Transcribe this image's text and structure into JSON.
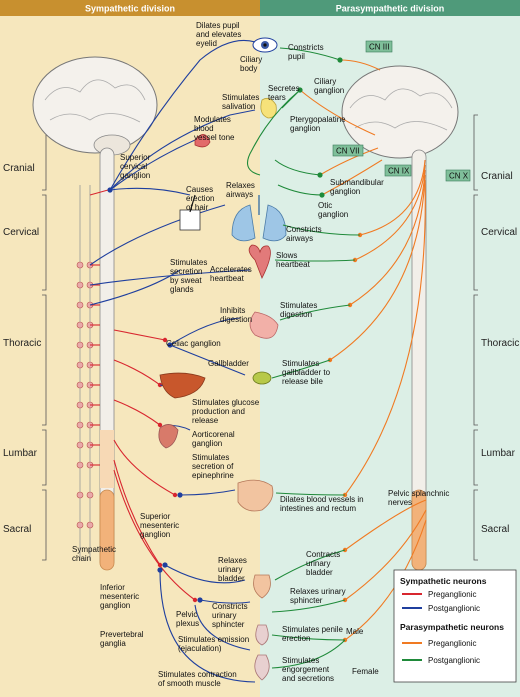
{
  "header": {
    "left": "Sympathetic division",
    "right": "Parasympathetic division"
  },
  "regions": {
    "left": [
      "Cranial",
      "Cervical",
      "Thoracic",
      "Lumbar",
      "Sacral"
    ],
    "right": [
      "Cranial",
      "Cervical",
      "Thoracic",
      "Lumbar",
      "Sacral"
    ]
  },
  "cranial_nerves": [
    "CN III",
    "CN VII",
    "CN IX",
    "CN X"
  ],
  "sym_labels": {
    "dilates_pupil": [
      "Dilates pupil",
      "and elevates",
      "eyelid"
    ],
    "stimulates_salivation": [
      "Stimulates",
      "salivation"
    ],
    "modulates_blood": [
      "Modulates",
      "blood",
      "vessel tone"
    ],
    "superior_cervical": [
      "Superior",
      "cervical",
      "ganglion"
    ],
    "causes_erection_hair": [
      "Causes",
      "erection",
      "of hair"
    ],
    "relaxes_airways": [
      "Relaxes",
      "airways"
    ],
    "stimulates_sweat": [
      "Stimulates",
      "secretion",
      "by sweat",
      "glands"
    ],
    "accelerates_heartbeat": [
      "Accelerates",
      "heartbeat"
    ],
    "inhibits_digestion": [
      "Inhibits",
      "digestion"
    ],
    "celiac_ganglion": "Celiac ganglion",
    "gallbladder": "Gallbladder",
    "stimulates_glucose": [
      "Stimulates glucose",
      "production and",
      "release"
    ],
    "aorticorenal": [
      "Aorticorenal",
      "ganglion"
    ],
    "stimulates_epinephrine": [
      "Stimulates",
      "secretion of",
      "epinephrine"
    ],
    "superior_mesenteric": [
      "Superior",
      "mesenteric",
      "ganglion"
    ],
    "sympathetic_chain": [
      "Sympathetic",
      "chain"
    ],
    "inferior_mesenteric": [
      "Inferior",
      "mesenteric",
      "ganglion"
    ],
    "prevertebral": [
      "Prevertebral",
      "ganglia"
    ],
    "relaxes_urinary_bladder": [
      "Relaxes",
      "urinary",
      "bladder"
    ],
    "pelvic_plexus": [
      "Pelvic",
      "plexus"
    ],
    "constricts_sphincter": [
      "Constricts",
      "urinary",
      "sphincter"
    ],
    "stimulates_emission": [
      "Stimulates emission",
      "(ejaculation)"
    ],
    "stimulates_contraction_smooth": [
      "Stimulates contraction",
      "of smooth muscle"
    ]
  },
  "para_labels": {
    "ciliary_body": [
      "Ciliary",
      "body"
    ],
    "constricts_pupil": [
      "Constricts",
      "pupil"
    ],
    "ciliary_ganglion": [
      "Ciliary",
      "ganglion"
    ],
    "secretes_tears": [
      "Secretes",
      "tears"
    ],
    "pterygopalatine": [
      "Pterygopalatine",
      "ganglion"
    ],
    "submandibular": [
      "Submandibular",
      "ganglion"
    ],
    "otic": [
      "Otic",
      "ganglion"
    ],
    "constricts_airways": [
      "Constricts",
      "airways"
    ],
    "slows_heartbeat": [
      "Slows",
      "heartbeat"
    ],
    "stimulates_digestion": [
      "Stimulates",
      "digestion"
    ],
    "stimulates_gallbladder": [
      "Stimulates",
      "gallbladder to",
      "release bile"
    ],
    "dilates_vessels": [
      "Dilates blood vessels in",
      "intestines and rectum"
    ],
    "pelvic_splanchnic": [
      "Pelvic splanchnic",
      "nerves"
    ],
    "contracts_bladder": [
      "Contracts",
      "urinary",
      "bladder"
    ],
    "relaxes_sphincter": [
      "Relaxes urinary",
      "sphincter"
    ],
    "stimulates_penile": [
      "Stimulates penile",
      "erection"
    ],
    "male": "Male",
    "stimulates_engorgement": [
      "Stimulates",
      "engorgement",
      "and secretions"
    ],
    "female": "Female"
  },
  "legend": {
    "sym_title": "Sympathetic neurons",
    "sym_pre": "Preganglionic",
    "sym_post": "Postganglionic",
    "para_title": "Parasympathetic neurons",
    "para_pre": "Preganglionic",
    "para_post": "Postganglionic"
  },
  "colors": {
    "sym_bg": "#f6e7bd",
    "para_bg": "#dcefe6",
    "header_sym": "#c8902f",
    "header_para": "#4f9a7a",
    "sym_pre": "#d8262f",
    "sym_post": "#1f3f9e",
    "para_pre": "#f07a22",
    "para_post": "#1f8a3a",
    "cn_box": "#7fbf9a"
  }
}
